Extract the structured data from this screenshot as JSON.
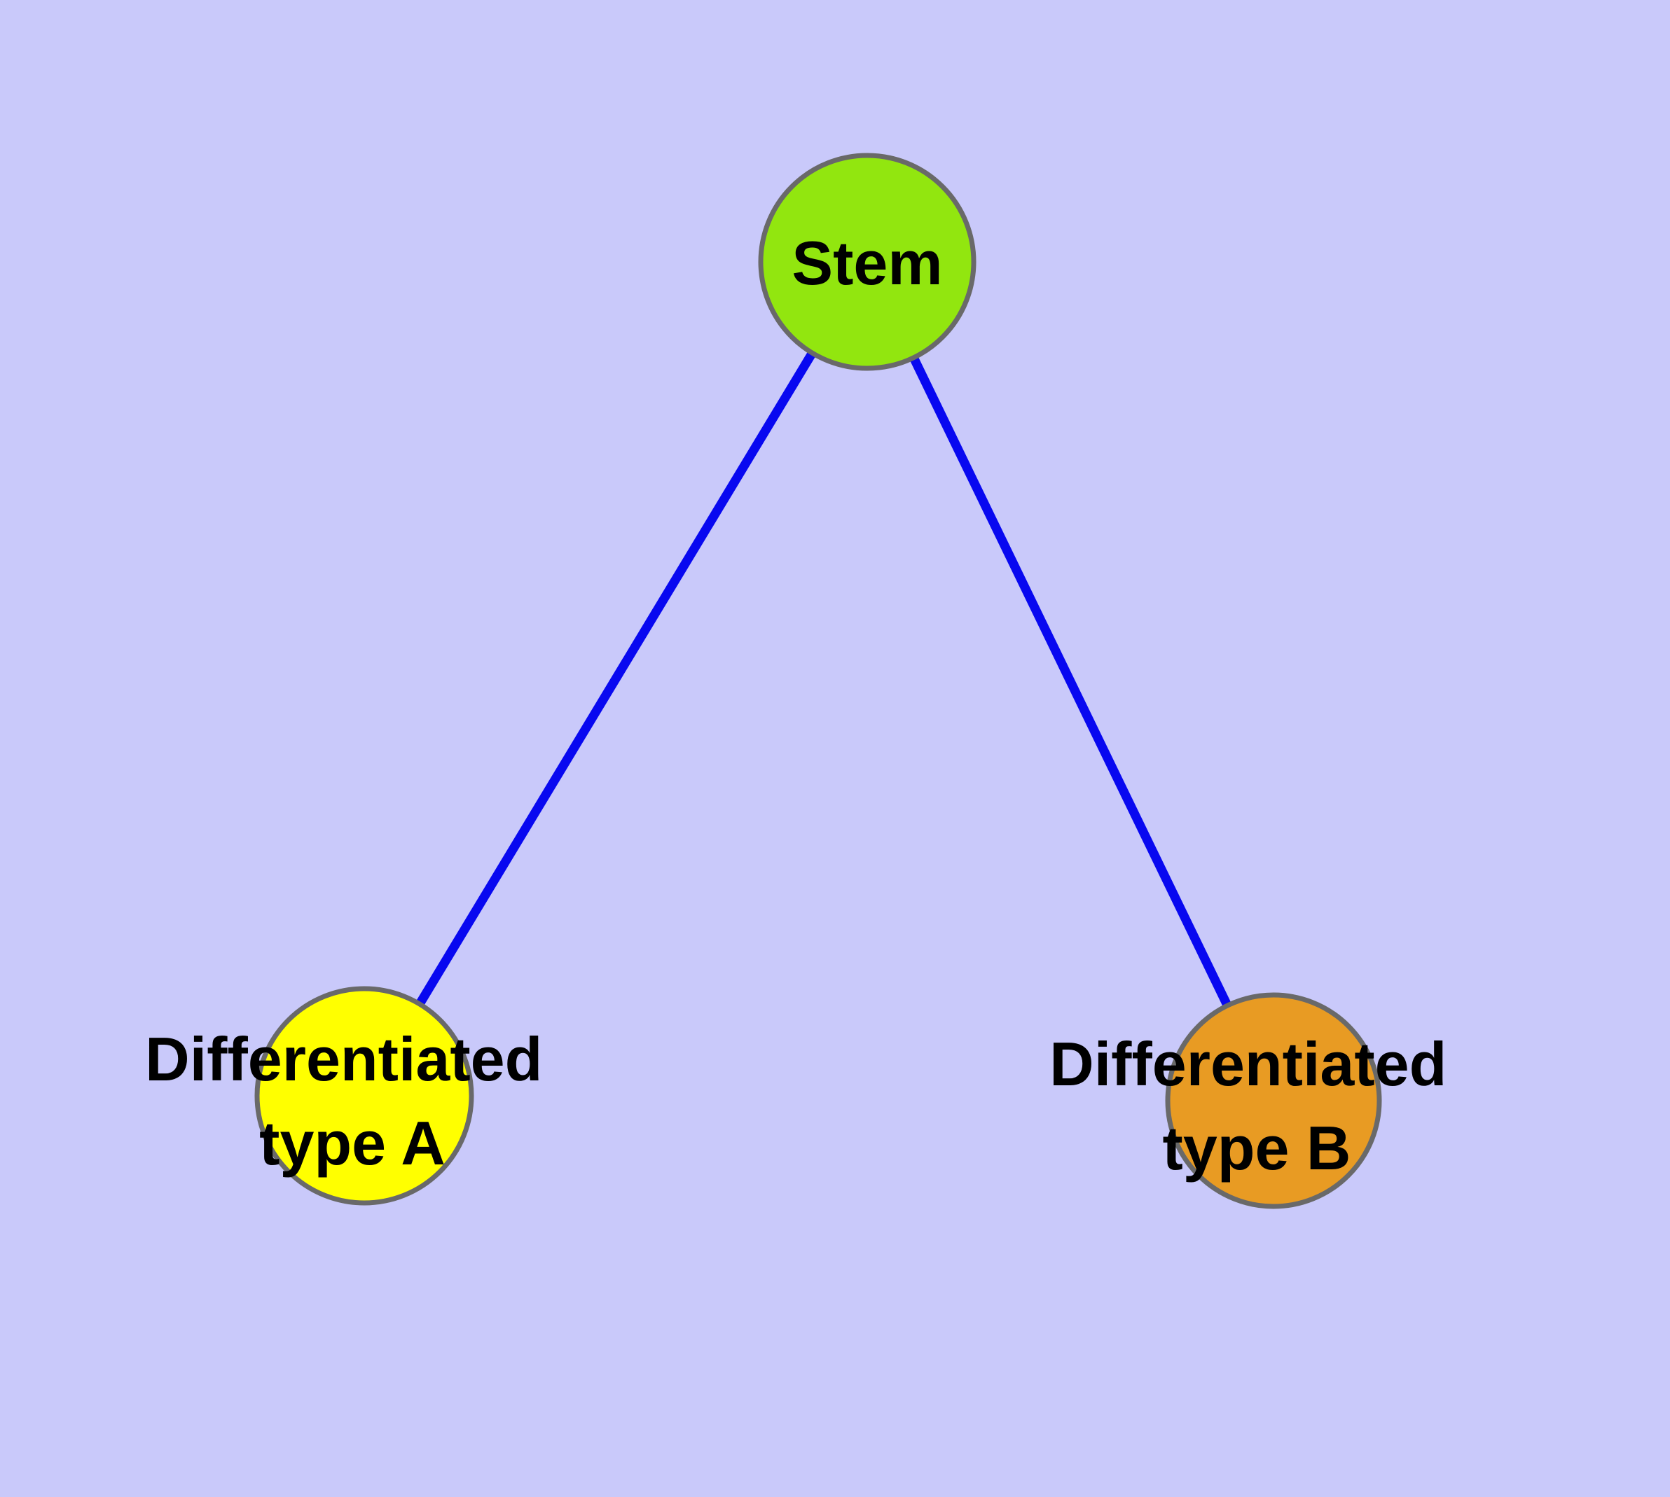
{
  "diagram": {
    "title": "Stem cell differentiation diagram",
    "colors": {
      "background": "#C9C9FA",
      "edge": "#0808F0",
      "node_border": "#696969",
      "label_text": "#000000"
    },
    "nodes": [
      {
        "id": "stem",
        "label_lines": [
          "Stem"
        ],
        "fill": "#92E60F"
      },
      {
        "id": "type-a",
        "label_lines": [
          "Differentiated",
          "type A"
        ],
        "fill": "#FFFF00"
      },
      {
        "id": "type-b",
        "label_lines": [
          "Differentiated",
          "type B"
        ],
        "fill": "#E89B23"
      }
    ],
    "edges": [
      {
        "from": "stem",
        "to": "type-a"
      },
      {
        "from": "stem",
        "to": "type-b"
      }
    ]
  }
}
